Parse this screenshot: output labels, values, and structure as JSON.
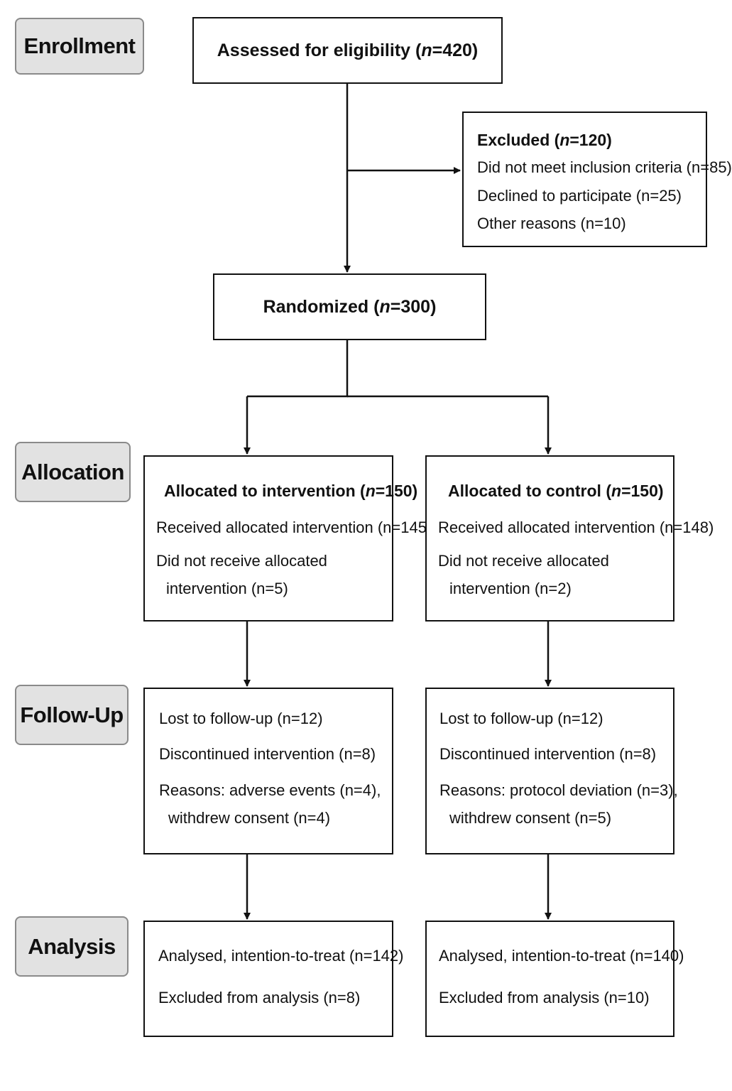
{
  "stages": {
    "enrollment": "Enrollment",
    "allocation": "Allocation",
    "followup": "Follow-Up",
    "analysis": "Analysis"
  },
  "assessed": {
    "label": "Assessed for eligibility (",
    "n": "n",
    "value": "=420)"
  },
  "excluded": {
    "label": "Excluded (",
    "n": "n",
    "value": "=120)",
    "items": [
      "Did not meet inclusion criteria (n=85)",
      "Declined to participate (n=25)",
      "Other reasons (n=10)"
    ]
  },
  "randomized": {
    "label": "Randomized (",
    "n": "n",
    "value": "=300)"
  },
  "intervention": {
    "allocation": {
      "label": "Allocated to intervention (",
      "n": "n",
      "value": "=150)",
      "received": "Received allocated intervention (n=145)",
      "not_received_line1": "Did not receive allocated",
      "not_received_line2": "intervention (n=5)"
    },
    "followup": {
      "lost": "Lost to follow-up (n=12)",
      "discontinued": "Discontinued intervention (n=8)",
      "reasons_line1": "Reasons: adverse events (n=4),",
      "reasons_line2": "withdrew consent (n=4)"
    },
    "analysis": {
      "analysed": "Analysed, intention-to-treat (n=142)",
      "excluded": "Excluded from analysis (n=8)"
    }
  },
  "control": {
    "allocation": {
      "label": "Allocated to control (",
      "n": "n",
      "value": "=150)",
      "received": "Received allocated intervention (n=148)",
      "not_received_line1": "Did not receive allocated",
      "not_received_line2": "intervention (n=2)"
    },
    "followup": {
      "lost": "Lost to follow-up (n=12)",
      "discontinued": "Discontinued intervention (n=8)",
      "reasons_line1": "Reasons: protocol deviation (n=3),",
      "reasons_line2": "withdrew consent (n=5)"
    },
    "analysis": {
      "analysed": "Analysed, intention-to-treat (n=140)",
      "excluded": "Excluded from analysis (n=10)"
    }
  }
}
